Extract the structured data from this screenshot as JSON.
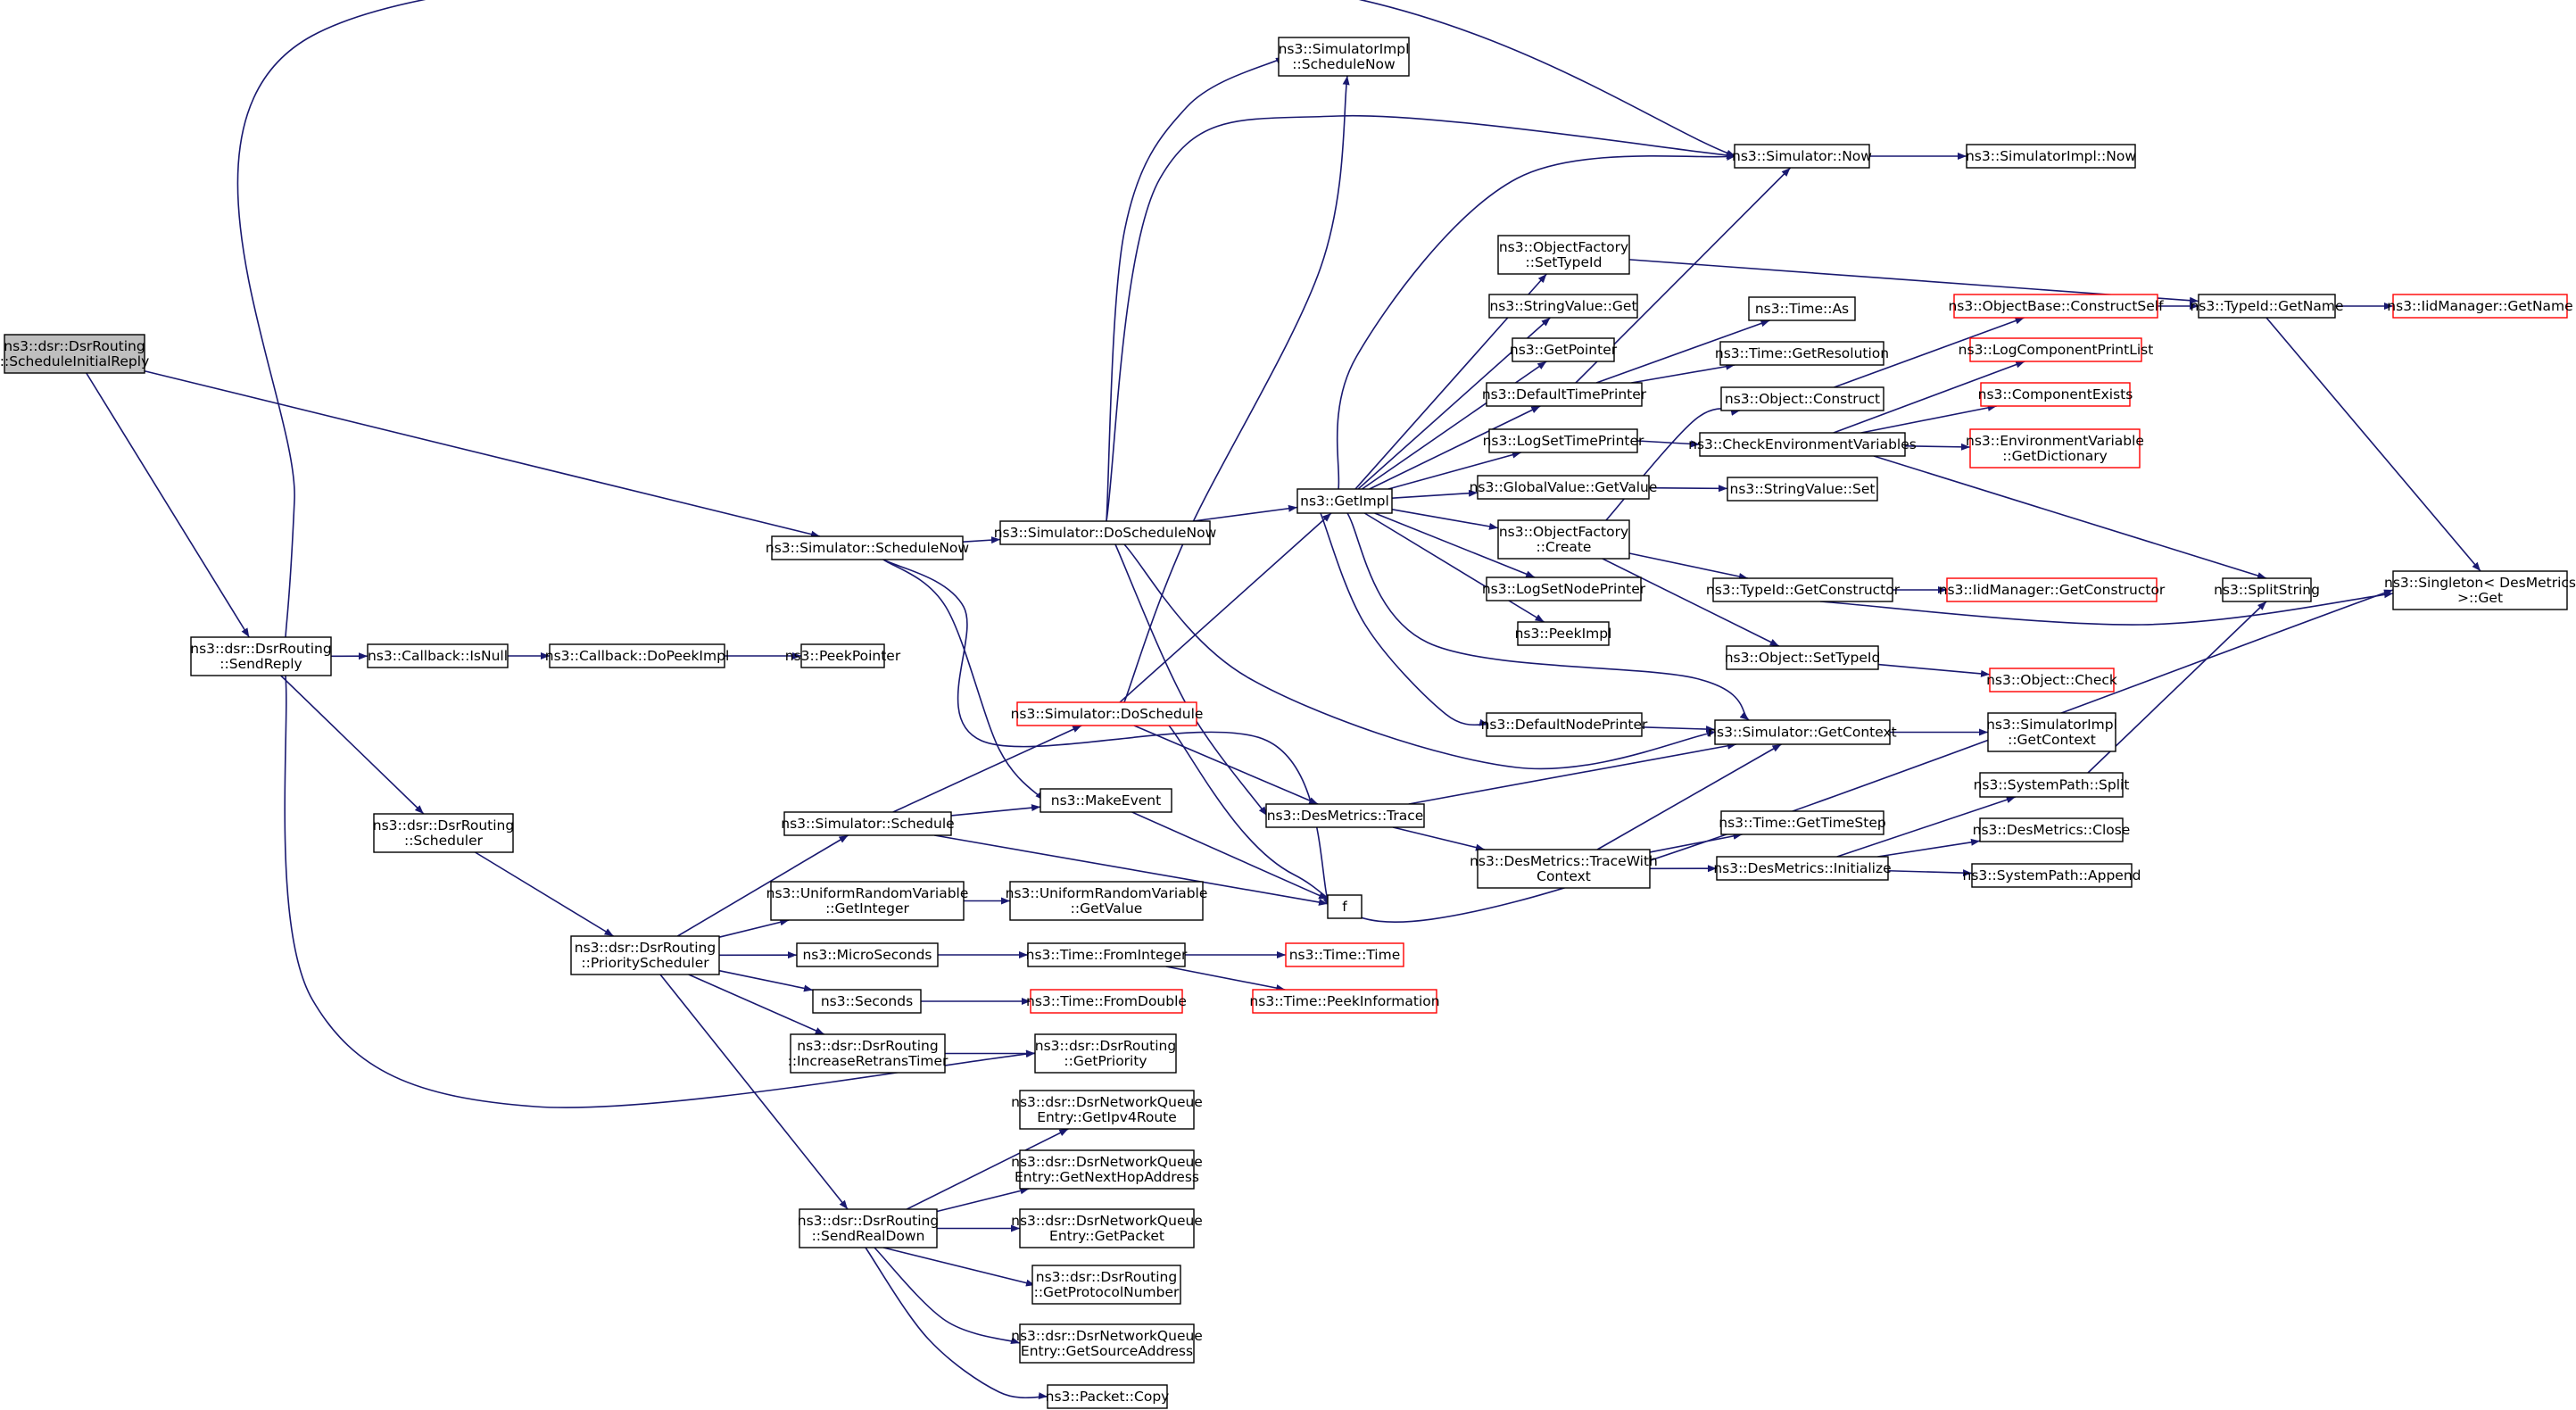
{
  "colors": {
    "edge": "#191970",
    "node_border": "#000000",
    "node_border_truncated": "#ff0000",
    "root_fill": "#bfbfbf",
    "node_fill": "#ffffff"
  },
  "nodes": [
    {
      "id": "root",
      "lines": [
        "ns3::dsr::DsrRouting",
        "::ScheduleInitialReply"
      ],
      "style": "root"
    },
    {
      "id": "sendreply",
      "lines": [
        "ns3::dsr::DsrRouting",
        "::SendReply"
      ],
      "style": "normal"
    },
    {
      "id": "sim_schedulenow",
      "lines": [
        "ns3::Simulator::ScheduleNow"
      ],
      "style": "normal"
    },
    {
      "id": "sim_doschedulenow",
      "lines": [
        "ns3::Simulator::DoScheduleNow"
      ],
      "style": "normal"
    },
    {
      "id": "simimpl_schedulenow",
      "lines": [
        "ns3::SimulatorImpl",
        "::ScheduleNow"
      ],
      "style": "normal"
    },
    {
      "id": "sim_now",
      "lines": [
        "ns3::Simulator::Now"
      ],
      "style": "normal"
    },
    {
      "id": "simimpl_now",
      "lines": [
        "ns3::SimulatorImpl::Now"
      ],
      "style": "normal"
    },
    {
      "id": "getimpl",
      "lines": [
        "ns3::GetImpl"
      ],
      "style": "normal"
    },
    {
      "id": "of_settypeid",
      "lines": [
        "ns3::ObjectFactory",
        "::SetTypeId"
      ],
      "style": "normal"
    },
    {
      "id": "stringvalue_get",
      "lines": [
        "ns3::StringValue::Get"
      ],
      "style": "normal"
    },
    {
      "id": "getpointer",
      "lines": [
        "ns3::GetPointer"
      ],
      "style": "normal"
    },
    {
      "id": "defaulttimeprinter",
      "lines": [
        "ns3::DefaultTimePrinter"
      ],
      "style": "normal"
    },
    {
      "id": "logsettimeprinter",
      "lines": [
        "ns3::LogSetTimePrinter"
      ],
      "style": "normal"
    },
    {
      "id": "gv_getvalue",
      "lines": [
        "ns3::GlobalValue::GetValue"
      ],
      "style": "normal"
    },
    {
      "id": "of_create",
      "lines": [
        "ns3::ObjectFactory",
        "::Create"
      ],
      "style": "normal"
    },
    {
      "id": "logsetnodeprinter",
      "lines": [
        "ns3::LogSetNodePrinter"
      ],
      "style": "normal"
    },
    {
      "id": "peekimpl",
      "lines": [
        "ns3::PeekImpl"
      ],
      "style": "normal"
    },
    {
      "id": "defaultnodeprinter",
      "lines": [
        "ns3::DefaultNodePrinter"
      ],
      "style": "normal"
    },
    {
      "id": "time_as",
      "lines": [
        "ns3::Time::As"
      ],
      "style": "normal"
    },
    {
      "id": "time_getresolution",
      "lines": [
        "ns3::Time::GetResolution"
      ],
      "style": "normal"
    },
    {
      "id": "object_construct",
      "lines": [
        "ns3::Object::Construct"
      ],
      "style": "normal"
    },
    {
      "id": "checkenv",
      "lines": [
        "ns3::CheckEnvironmentVariables"
      ],
      "style": "normal"
    },
    {
      "id": "stringvalue_set",
      "lines": [
        "ns3::StringValue::Set"
      ],
      "style": "normal"
    },
    {
      "id": "typeid_getconstructor",
      "lines": [
        "ns3::TypeId::GetConstructor"
      ],
      "style": "normal"
    },
    {
      "id": "object_settypeid",
      "lines": [
        "ns3::Object::SetTypeId"
      ],
      "style": "normal"
    },
    {
      "id": "sim_getcontext",
      "lines": [
        "ns3::Simulator::GetContext"
      ],
      "style": "normal"
    },
    {
      "id": "simimpl_getcontext",
      "lines": [
        "ns3::SimulatorImpl",
        "::GetContext"
      ],
      "style": "normal"
    },
    {
      "id": "objectbase_constructself",
      "lines": [
        "ns3::ObjectBase::ConstructSelf"
      ],
      "style": "truncated"
    },
    {
      "id": "typeid_getname",
      "lines": [
        "ns3::TypeId::GetName"
      ],
      "style": "normal"
    },
    {
      "id": "iidmanager_getname",
      "lines": [
        "ns3::IidManager::GetName"
      ],
      "style": "truncated"
    },
    {
      "id": "logcomponentprintlist",
      "lines": [
        "ns3::LogComponentPrintList"
      ],
      "style": "truncated"
    },
    {
      "id": "componentexists",
      "lines": [
        "ns3::ComponentExists"
      ],
      "style": "truncated"
    },
    {
      "id": "envvar_getdictionary",
      "lines": [
        "ns3::EnvironmentVariable",
        "::GetDictionary"
      ],
      "style": "truncated"
    },
    {
      "id": "iidmanager_getconstructor",
      "lines": [
        "ns3::IidManager::GetConstructor"
      ],
      "style": "truncated"
    },
    {
      "id": "object_check",
      "lines": [
        "ns3::Object::Check"
      ],
      "style": "truncated"
    },
    {
      "id": "splitstring",
      "lines": [
        "ns3::SplitString"
      ],
      "style": "normal"
    },
    {
      "id": "singleton_get",
      "lines": [
        "ns3::Singleton< DesMetrics",
        ">::Get"
      ],
      "style": "normal"
    },
    {
      "id": "callback_isnull",
      "lines": [
        "ns3::Callback::IsNull"
      ],
      "style": "normal"
    },
    {
      "id": "callback_dopeekimpl",
      "lines": [
        "ns3::Callback::DoPeekImpl"
      ],
      "style": "normal"
    },
    {
      "id": "peekpointer",
      "lines": [
        "ns3::PeekPointer"
      ],
      "style": "normal"
    },
    {
      "id": "sim_doschedule",
      "lines": [
        "ns3::Simulator::DoSchedule"
      ],
      "style": "truncated"
    },
    {
      "id": "makeevent",
      "lines": [
        "ns3::MakeEvent"
      ],
      "style": "normal"
    },
    {
      "id": "desmetrics_trace",
      "lines": [
        "ns3::DesMetrics::Trace"
      ],
      "style": "normal"
    },
    {
      "id": "desmetrics_tracewithcontext",
      "lines": [
        "ns3::DesMetrics::TraceWith",
        "Context"
      ],
      "style": "normal"
    },
    {
      "id": "time_gettimestep",
      "lines": [
        "ns3::Time::GetTimeStep"
      ],
      "style": "normal"
    },
    {
      "id": "desmetrics_initialize",
      "lines": [
        "ns3::DesMetrics::Initialize"
      ],
      "style": "normal"
    },
    {
      "id": "systempath_split",
      "lines": [
        "ns3::SystemPath::Split"
      ],
      "style": "normal"
    },
    {
      "id": "desmetrics_close",
      "lines": [
        "ns3::DesMetrics::Close"
      ],
      "style": "normal"
    },
    {
      "id": "systempath_append",
      "lines": [
        "ns3::SystemPath::Append"
      ],
      "style": "normal"
    },
    {
      "id": "f",
      "lines": [
        "f"
      ],
      "style": "normal"
    },
    {
      "id": "dsr_scheduler",
      "lines": [
        "ns3::dsr::DsrRouting",
        "::Scheduler"
      ],
      "style": "normal"
    },
    {
      "id": "sim_schedule",
      "lines": [
        "ns3::Simulator::Schedule"
      ],
      "style": "normal"
    },
    {
      "id": "priorityscheduler",
      "lines": [
        "ns3::dsr::DsrRouting",
        "::PriorityScheduler"
      ],
      "style": "normal"
    },
    {
      "id": "urv_getinteger",
      "lines": [
        "ns3::UniformRandomVariable",
        "::GetInteger"
      ],
      "style": "normal"
    },
    {
      "id": "urv_getvalue",
      "lines": [
        "ns3::UniformRandomVariable",
        "::GetValue"
      ],
      "style": "normal"
    },
    {
      "id": "microseconds",
      "lines": [
        "ns3::MicroSeconds"
      ],
      "style": "normal"
    },
    {
      "id": "time_frominteger",
      "lines": [
        "ns3::Time::FromInteger"
      ],
      "style": "normal"
    },
    {
      "id": "time_time",
      "lines": [
        "ns3::Time::Time"
      ],
      "style": "truncated"
    },
    {
      "id": "time_peekinformation",
      "lines": [
        "ns3::Time::PeekInformation"
      ],
      "style": "truncated"
    },
    {
      "id": "seconds",
      "lines": [
        "ns3::Seconds"
      ],
      "style": "normal"
    },
    {
      "id": "time_fromdouble",
      "lines": [
        "ns3::Time::FromDouble"
      ],
      "style": "truncated"
    },
    {
      "id": "increaseretranstimer",
      "lines": [
        "ns3::dsr::DsrRouting",
        "::IncreaseRetransTimer"
      ],
      "style": "normal"
    },
    {
      "id": "getpriority",
      "lines": [
        "ns3::dsr::DsrRouting",
        "::GetPriority"
      ],
      "style": "normal"
    },
    {
      "id": "sendrealdown",
      "lines": [
        "ns3::dsr::DsrRouting",
        "::SendRealDown"
      ],
      "style": "normal"
    },
    {
      "id": "nqe_getipv4route",
      "lines": [
        "ns3::dsr::DsrNetworkQueue",
        "Entry::GetIpv4Route"
      ],
      "style": "normal"
    },
    {
      "id": "nqe_getnexthopaddress",
      "lines": [
        "ns3::dsr::DsrNetworkQueue",
        "Entry::GetNextHopAddress"
      ],
      "style": "normal"
    },
    {
      "id": "nqe_getpacket",
      "lines": [
        "ns3::dsr::DsrNetworkQueue",
        "Entry::GetPacket"
      ],
      "style": "normal"
    },
    {
      "id": "getprotocolnumber",
      "lines": [
        "ns3::dsr::DsrRouting",
        "::GetProtocolNumber"
      ],
      "style": "normal"
    },
    {
      "id": "nqe_getsourceaddress",
      "lines": [
        "ns3::dsr::DsrNetworkQueue",
        "Entry::GetSourceAddress"
      ],
      "style": "normal"
    },
    {
      "id": "packet_copy",
      "lines": [
        "ns3::Packet::Copy"
      ],
      "style": "normal"
    }
  ],
  "edges": [
    [
      "root",
      "sendreply"
    ],
    [
      "root",
      "sim_schedulenow"
    ],
    [
      "sendreply",
      "sim_now"
    ],
    [
      "sendreply",
      "callback_isnull"
    ],
    [
      "sendreply",
      "dsr_scheduler"
    ],
    [
      "sendreply",
      "getpriority"
    ],
    [
      "sim_schedulenow",
      "sim_doschedulenow"
    ],
    [
      "sim_schedulenow",
      "makeevent"
    ],
    [
      "sim_schedulenow",
      "f"
    ],
    [
      "sim_doschedulenow",
      "simimpl_schedulenow"
    ],
    [
      "sim_doschedulenow",
      "sim_now"
    ],
    [
      "sim_doschedulenow",
      "getimpl"
    ],
    [
      "sim_doschedulenow",
      "desmetrics_trace"
    ],
    [
      "sim_doschedulenow",
      "sim_getcontext"
    ],
    [
      "sim_now",
      "simimpl_now"
    ],
    [
      "getimpl",
      "sim_now"
    ],
    [
      "getimpl",
      "of_settypeid"
    ],
    [
      "getimpl",
      "stringvalue_get"
    ],
    [
      "getimpl",
      "getpointer"
    ],
    [
      "getimpl",
      "defaulttimeprinter"
    ],
    [
      "getimpl",
      "logsettimeprinter"
    ],
    [
      "getimpl",
      "gv_getvalue"
    ],
    [
      "getimpl",
      "of_create"
    ],
    [
      "getimpl",
      "logsetnodeprinter"
    ],
    [
      "getimpl",
      "peekimpl"
    ],
    [
      "getimpl",
      "defaultnodeprinter"
    ],
    [
      "getimpl",
      "sim_getcontext"
    ],
    [
      "of_settypeid",
      "typeid_getname"
    ],
    [
      "defaulttimeprinter",
      "sim_now"
    ],
    [
      "defaulttimeprinter",
      "time_as"
    ],
    [
      "defaulttimeprinter",
      "time_getresolution"
    ],
    [
      "logsettimeprinter",
      "checkenv"
    ],
    [
      "gv_getvalue",
      "stringvalue_set"
    ],
    [
      "of_create",
      "object_construct"
    ],
    [
      "of_create",
      "typeid_getconstructor"
    ],
    [
      "of_create",
      "object_settypeid"
    ],
    [
      "defaultnodeprinter",
      "sim_getcontext"
    ],
    [
      "object_construct",
      "objectbase_constructself"
    ],
    [
      "checkenv",
      "logcomponentprintlist"
    ],
    [
      "checkenv",
      "componentexists"
    ],
    [
      "checkenv",
      "envvar_getdictionary"
    ],
    [
      "checkenv",
      "splitstring"
    ],
    [
      "typeid_getconstructor",
      "iidmanager_getconstructor"
    ],
    [
      "typeid_getconstructor",
      "singleton_get"
    ],
    [
      "object_settypeid",
      "object_check"
    ],
    [
      "sim_getcontext",
      "simimpl_getcontext"
    ],
    [
      "objectbase_constructself",
      "typeid_getname"
    ],
    [
      "typeid_getname",
      "iidmanager_getname"
    ],
    [
      "typeid_getname",
      "singleton_get"
    ],
    [
      "callback_isnull",
      "callback_dopeekimpl"
    ],
    [
      "callback_dopeekimpl",
      "peekpointer"
    ],
    [
      "sim_doschedule",
      "simimpl_schedulenow"
    ],
    [
      "sim_doschedule",
      "getimpl"
    ],
    [
      "sim_doschedule",
      "desmetrics_trace"
    ],
    [
      "sim_doschedule",
      "singleton_get"
    ],
    [
      "makeevent",
      "f"
    ],
    [
      "desmetrics_trace",
      "sim_getcontext"
    ],
    [
      "desmetrics_trace",
      "desmetrics_tracewithcontext"
    ],
    [
      "desmetrics_tracewithcontext",
      "sim_getcontext"
    ],
    [
      "desmetrics_tracewithcontext",
      "time_gettimestep"
    ],
    [
      "desmetrics_tracewithcontext",
      "desmetrics_initialize"
    ],
    [
      "desmetrics_initialize",
      "systempath_split"
    ],
    [
      "desmetrics_initialize",
      "desmetrics_close"
    ],
    [
      "desmetrics_initialize",
      "systempath_append"
    ],
    [
      "systempath_split",
      "splitstring"
    ],
    [
      "dsr_scheduler",
      "priorityscheduler"
    ],
    [
      "sim_schedule",
      "sim_doschedule"
    ],
    [
      "sim_schedule",
      "makeevent"
    ],
    [
      "sim_schedule",
      "f"
    ],
    [
      "priorityscheduler",
      "sim_schedule"
    ],
    [
      "priorityscheduler",
      "urv_getinteger"
    ],
    [
      "priorityscheduler",
      "microseconds"
    ],
    [
      "priorityscheduler",
      "seconds"
    ],
    [
      "priorityscheduler",
      "increaseretranstimer"
    ],
    [
      "priorityscheduler",
      "sendrealdown"
    ],
    [
      "urv_getinteger",
      "urv_getvalue"
    ],
    [
      "microseconds",
      "time_frominteger"
    ],
    [
      "time_frominteger",
      "time_time"
    ],
    [
      "time_frominteger",
      "time_peekinformation"
    ],
    [
      "seconds",
      "time_fromdouble"
    ],
    [
      "increaseretranstimer",
      "getpriority"
    ],
    [
      "sendrealdown",
      "nqe_getipv4route"
    ],
    [
      "sendrealdown",
      "nqe_getnexthopaddress"
    ],
    [
      "sendrealdown",
      "nqe_getpacket"
    ],
    [
      "sendrealdown",
      "getprotocolnumber"
    ],
    [
      "sendrealdown",
      "nqe_getsourceaddress"
    ],
    [
      "sendrealdown",
      "packet_copy"
    ]
  ]
}
